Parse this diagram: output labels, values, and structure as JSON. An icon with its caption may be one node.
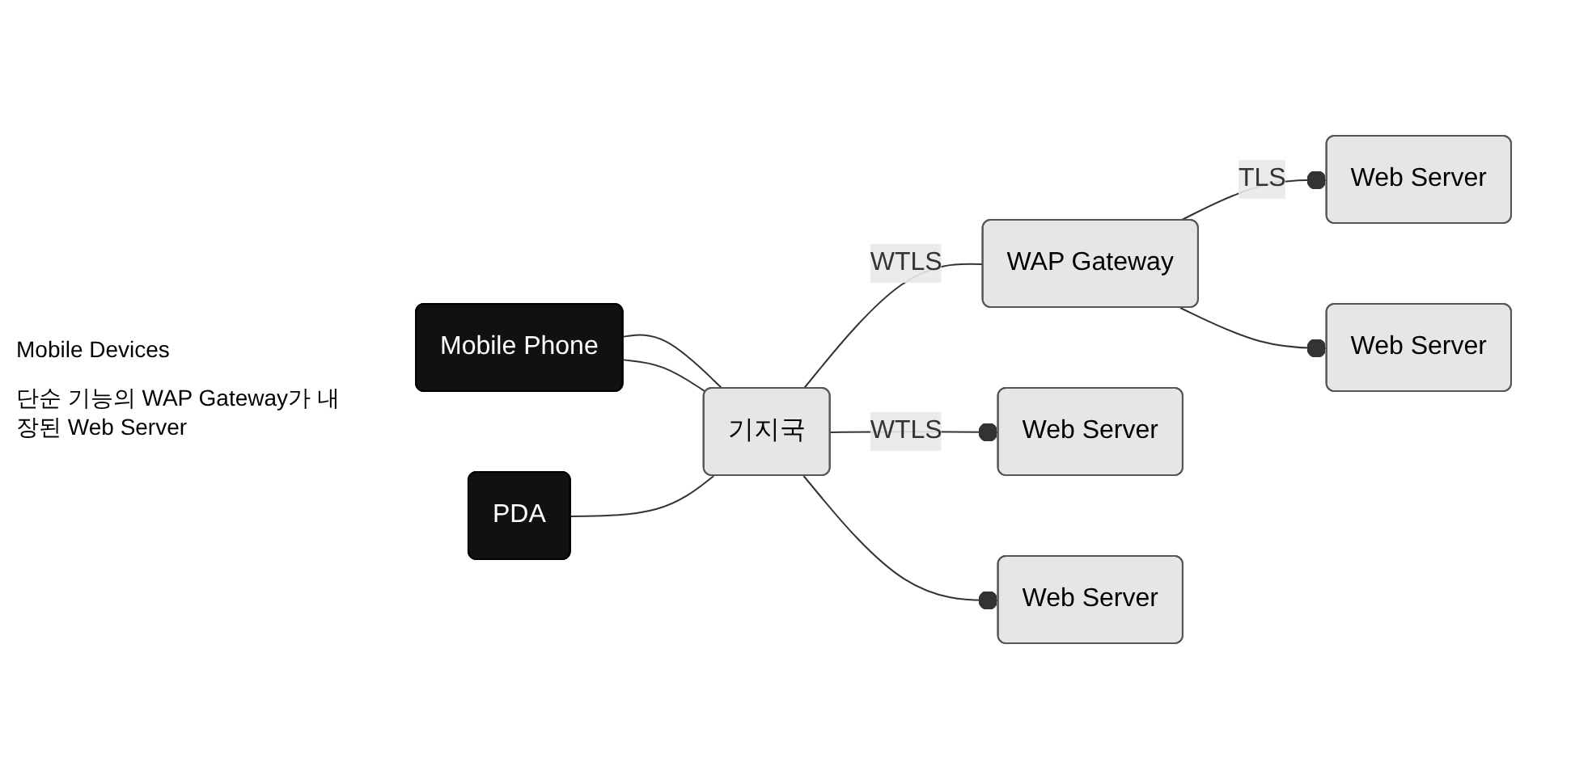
{
  "diagram": {
    "nodes": [
      {
        "text": [
          "Mobile Phone"
        ]
      },
      {
        "text": [
          "PDA"
        ]
      },
      {
        "text": [
          "기지국"
        ]
      },
      {
        "text": [
          "WAP Gateway"
        ]
      },
      {
        "text": [
          "Web Server"
        ]
      },
      {
        "text": [
          "Web Server"
        ]
      },
      {
        "text": [
          "Web Server"
        ]
      },
      {
        "text": [
          "Web Server"
        ]
      }
    ],
    "edges": [
      {
        "from": 0,
        "to": 2,
        "arrow": "none"
      },
      {
        "from": 0,
        "to": 2,
        "arrow": "none"
      },
      {
        "from": 1,
        "to": 2,
        "arrow": "none"
      },
      {
        "from": 2,
        "to": 3,
        "arrow": "none",
        "label": "WTLS"
      },
      {
        "from": 3,
        "to": 4,
        "arrow": "other",
        "label": "TLS"
      },
      {
        "from": 3,
        "to": 5,
        "arrow": "other"
      },
      {
        "from": 2,
        "to": 6,
        "arrow": "other",
        "label": "WTLS"
      },
      {
        "from": 2,
        "to": 7,
        "arrow": "other"
      }
    ],
    "labels": [
      "Mobile Devices",
      "단순 기능의 WAP Gateway가 내장된 Web Server"
    ]
  }
}
